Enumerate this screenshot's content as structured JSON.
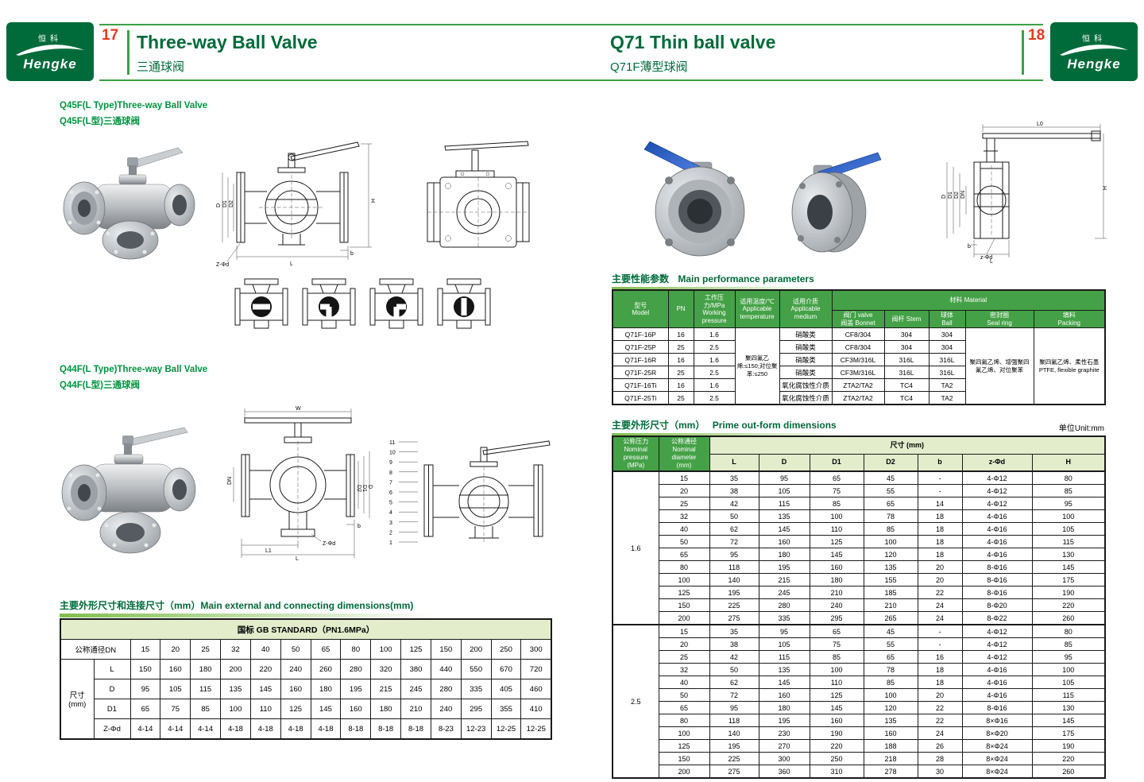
{
  "brand": {
    "logo_en": "Hengke",
    "logo_cn": "恒科"
  },
  "labels": {
    "H": "H",
    "D": "D",
    "D1": "D1",
    "D2": "D2",
    "DN": "DN",
    "L": "L",
    "L0": "L0",
    "L1": "L1",
    "W": "W",
    "b": "b",
    "z_phi_d": "z-Φd",
    "Z_phi_d": "Z-Φd"
  },
  "drawings": {
    "part_numbers": [
      "11",
      "10",
      "9",
      "8",
      "7",
      "6",
      "5",
      "4",
      "3",
      "2",
      "1"
    ]
  },
  "page_left": {
    "page_number": "17",
    "title_en": "Three-way Ball Valve",
    "title_cn": "三通球阀",
    "sections": {
      "q45f_en": "Q45F(L Type)Three-way Ball Valve",
      "q45f_cn": "Q45F(L型)三通球阀",
      "q44f_en": "Q44F(L Type)Three-way Ball Valve",
      "q44f_cn": "Q44F(L型)三通球阀"
    },
    "dim_table": {
      "heading": "主要外形尺寸和连接尺寸（mm）Main external and connecting dimensions(mm)",
      "standard_header": "国标 GB STANDARD（PN1.6MPa）",
      "dn_label": "公称通径DN",
      "size_label_cn": "尺寸",
      "size_label_unit": "(mm)",
      "dn_values": [
        "15",
        "20",
        "25",
        "32",
        "40",
        "50",
        "65",
        "80",
        "100",
        "125",
        "150",
        "200",
        "250",
        "300"
      ],
      "rows": [
        {
          "label": "L",
          "values": [
            "150",
            "160",
            "180",
            "200",
            "220",
            "240",
            "260",
            "280",
            "320",
            "380",
            "440",
            "550",
            "670",
            "720"
          ]
        },
        {
          "label": "D",
          "values": [
            "95",
            "105",
            "115",
            "135",
            "145",
            "160",
            "180",
            "195",
            "215",
            "245",
            "280",
            "335",
            "405",
            "460"
          ]
        },
        {
          "label": "D1",
          "values": [
            "65",
            "75",
            "85",
            "100",
            "110",
            "125",
            "145",
            "160",
            "180",
            "210",
            "240",
            "295",
            "355",
            "410"
          ]
        },
        {
          "label": "Z-Φd",
          "values": [
            "4-14",
            "4-14",
            "4-14",
            "4-18",
            "4-18",
            "4-18",
            "4-18",
            "8-18",
            "8-18",
            "8-18",
            "8-23",
            "12-23",
            "12-25",
            "12-25"
          ]
        }
      ]
    }
  },
  "page_right": {
    "page_number": "18",
    "title_en": "Q71 Thin ball valve",
    "title_cn": "Q71F薄型球阀",
    "perf_table": {
      "heading_cn": "主要性能参数",
      "heading_en": "Main performance parameters",
      "headers": {
        "model_cn": "型号",
        "model_en": "Model",
        "pn": "PN",
        "pressure_cn": "工作压力/MPa",
        "pressure_en": "Working pressure",
        "temp_cn": "适用温度/℃",
        "temp_en": "Applicable temperature",
        "medium_cn": "适用介质",
        "medium_en": "Applicable medium",
        "material": "材料 Material",
        "bonnet_l1": "阀门 valve",
        "bonnet_l2": "阀盖 Bonnet",
        "stem": "阀杆 Stem",
        "ball_cn": "球体",
        "ball_en": "Ball",
        "seal_cn": "密封圈",
        "seal_en": "Seal ring",
        "packing_cn": "填料",
        "packing_en": "Packing"
      },
      "temp_value": "聚四氟乙烯:≤150;对位聚苯:≤250",
      "seal_value": "聚四氟乙烯、增强聚四氟乙烯、对位聚苯",
      "packing_value": "聚四氟乙烯、柔性石墨 PTFE, flexible graphite",
      "rows": [
        [
          "Q71F-16P",
          "16",
          "1.6",
          "硝酸类",
          "CF8/304",
          "304",
          "304"
        ],
        [
          "Q71F-25P",
          "25",
          "2.5",
          "硝酸类",
          "CF8/304",
          "304",
          "304"
        ],
        [
          "Q71F-16R",
          "16",
          "1.6",
          "硝酸类",
          "CF3M/316L",
          "316L",
          "316L"
        ],
        [
          "Q71F-25R",
          "25",
          "2.5",
          "硝酸类",
          "CF3M/316L",
          "316L",
          "316L"
        ],
        [
          "Q71F-16Ti",
          "16",
          "1.6",
          "氧化腐蚀性介质",
          "ZTA2/TA2",
          "TC4",
          "TA2"
        ],
        [
          "Q71F-25Ti",
          "25",
          "2.5",
          "氧化腐蚀性介质",
          "ZTA2/TA2",
          "TC4",
          "TA2"
        ]
      ]
    },
    "dims_table": {
      "heading_cn": "主要外形尺寸（mm）",
      "heading_en": "Prime out-form dimensions",
      "unit_note": "单位Unit:mm",
      "headers": {
        "pressure_cn": "公称压力",
        "pressure_en": "Nominal pressure",
        "pressure_unit": "(MPa)",
        "diameter_cn": "公称通径",
        "diameter_en": "Nominal diameter",
        "diameter_unit": "(mm)",
        "size_group": "尺寸 (mm)",
        "cols": [
          "L",
          "D",
          "D1",
          "D2",
          "b",
          "z-Φd",
          "H"
        ]
      },
      "groups": [
        {
          "pressure": "1.6",
          "rows": [
            [
              "15",
              "35",
              "95",
              "65",
              "45",
              "-",
              "4-Φ12",
              "80"
            ],
            [
              "20",
              "38",
              "105",
              "75",
              "55",
              "-",
              "4-Φ12",
              "85"
            ],
            [
              "25",
              "42",
              "115",
              "85",
              "65",
              "14",
              "4-Φ12",
              "95"
            ],
            [
              "32",
              "50",
              "135",
              "100",
              "78",
              "18",
              "4-Φ16",
              "100"
            ],
            [
              "40",
              "62",
              "145",
              "110",
              "85",
              "18",
              "4-Φ16",
              "105"
            ],
            [
              "50",
              "72",
              "160",
              "125",
              "100",
              "18",
              "4-Φ16",
              "115"
            ],
            [
              "65",
              "95",
              "180",
              "145",
              "120",
              "18",
              "4-Φ16",
              "130"
            ],
            [
              "80",
              "118",
              "195",
              "160",
              "135",
              "20",
              "8-Φ16",
              "145"
            ],
            [
              "100",
              "140",
              "215",
              "180",
              "155",
              "20",
              "8-Φ16",
              "175"
            ],
            [
              "125",
              "195",
              "245",
              "210",
              "185",
              "22",
              "8-Φ16",
              "190"
            ],
            [
              "150",
              "225",
              "280",
              "240",
              "210",
              "24",
              "8-Φ20",
              "220"
            ],
            [
              "200",
              "275",
              "335",
              "295",
              "265",
              "24",
              "8-Φ22",
              "260"
            ]
          ]
        },
        {
          "pressure": "2.5",
          "rows": [
            [
              "15",
              "35",
              "95",
              "65",
              "45",
              "-",
              "4-Φ12",
              "80"
            ],
            [
              "20",
              "38",
              "105",
              "75",
              "55",
              "-",
              "4-Φ12",
              "85"
            ],
            [
              "25",
              "42",
              "115",
              "85",
              "65",
              "16",
              "4-Φ12",
              "95"
            ],
            [
              "32",
              "50",
              "135",
              "100",
              "78",
              "18",
              "4-Φ16",
              "100"
            ],
            [
              "40",
              "62",
              "145",
              "110",
              "85",
              "18",
              "4-Φ16",
              "105"
            ],
            [
              "50",
              "72",
              "160",
              "125",
              "100",
              "20",
              "4-Φ16",
              "115"
            ],
            [
              "65",
              "95",
              "180",
              "145",
              "120",
              "22",
              "8-Φ16",
              "130"
            ],
            [
              "80",
              "118",
              "195",
              "160",
              "135",
              "22",
              "8×Φ16",
              "145"
            ],
            [
              "100",
              "140",
              "230",
              "190",
              "160",
              "24",
              "8×Φ20",
              "175"
            ],
            [
              "125",
              "195",
              "270",
              "220",
              "188",
              "26",
              "8×Φ24",
              "190"
            ],
            [
              "150",
              "225",
              "300",
              "250",
              "218",
              "28",
              "8×Φ24",
              "220"
            ],
            [
              "200",
              "275",
              "360",
              "310",
              "278",
              "30",
              "8×Φ24",
              "260"
            ]
          ]
        }
      ]
    }
  }
}
